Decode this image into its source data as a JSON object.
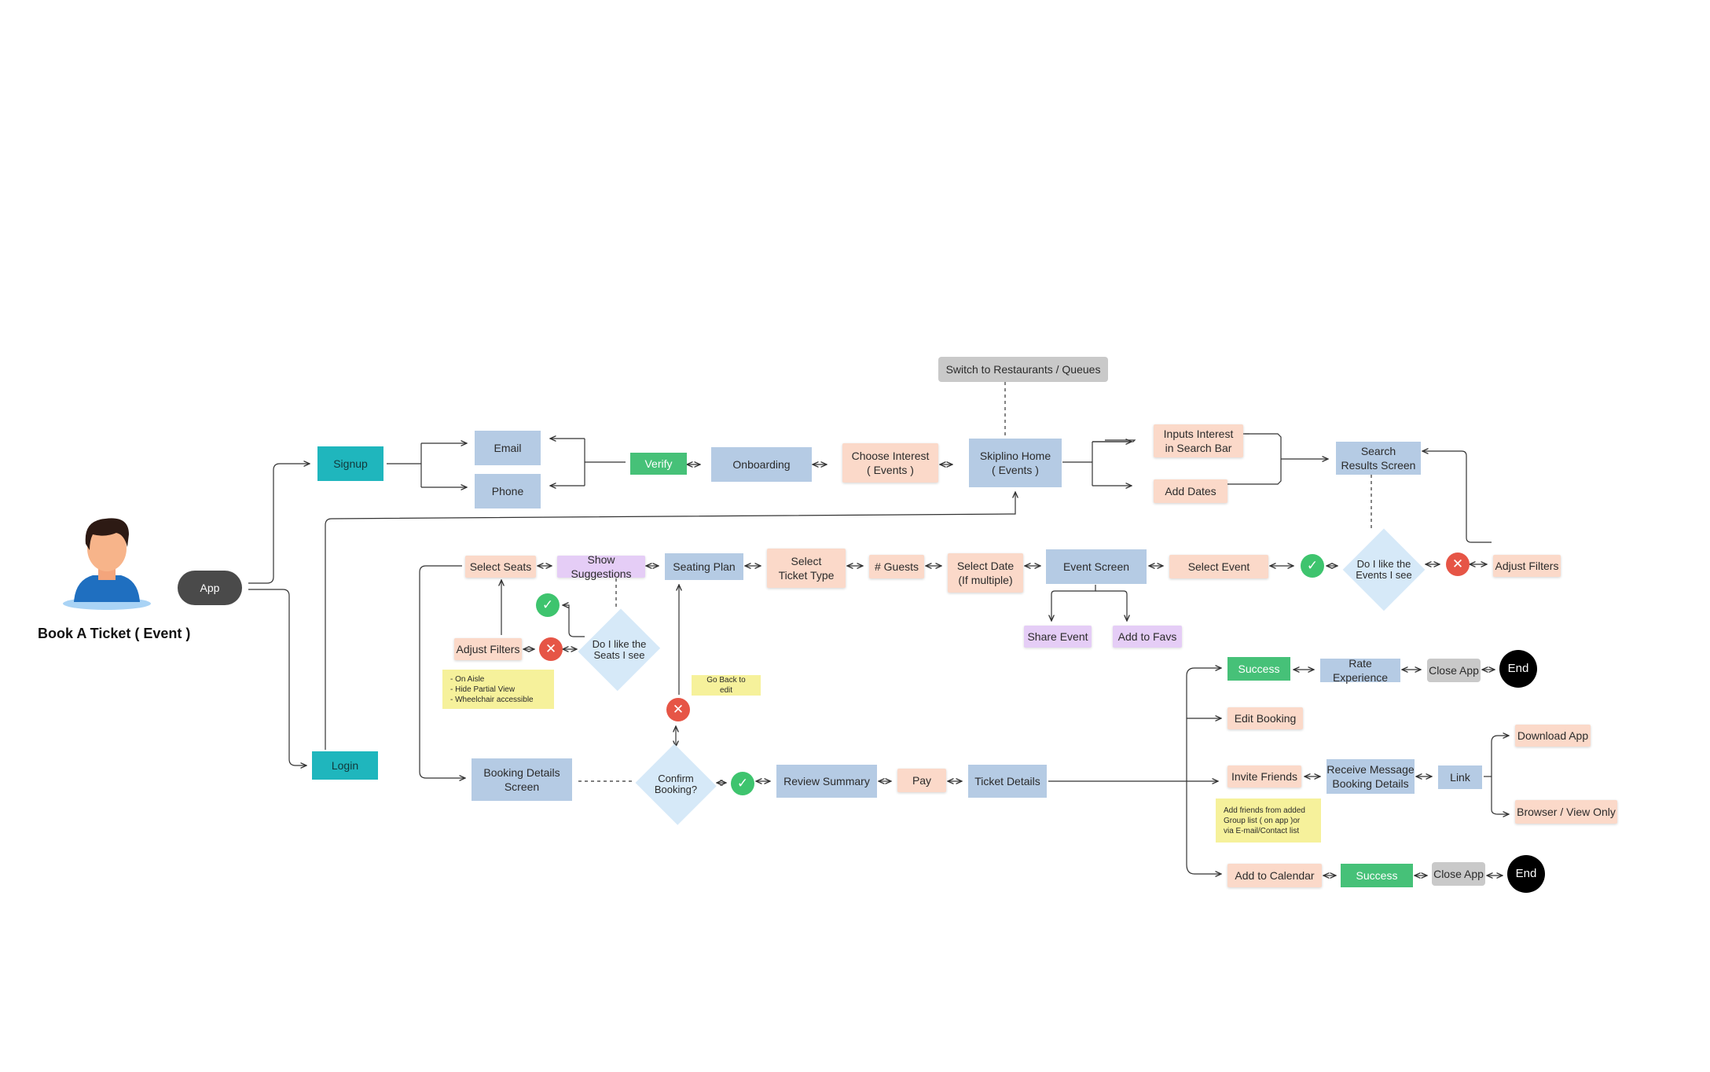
{
  "title": "Book A Ticket ( Event )",
  "colors": {
    "screen": "#b5cbe4",
    "action": "#fbd9c9",
    "entry": "#1fb6bd",
    "success": "#46c178",
    "neutral": "#c9c9c9",
    "option": "#e5cdf6",
    "note": "#f6f19b",
    "decision": "#d6e9f8",
    "yes": "#3ec46e",
    "no": "#e65546"
  },
  "icons": {
    "user": "user-avatar-icon",
    "yes": "check-icon",
    "no": "close-icon"
  },
  "nodes": {
    "app": "App",
    "signup": "Signup",
    "login": "Login",
    "email": "Email",
    "phone": "Phone",
    "verify": "Verify",
    "onboarding": "Onboarding",
    "choose_interest": "Choose Interest\n( Events )",
    "skiplino_home": "Skiplino Home\n( Events )",
    "switch": "Switch to Restaurants / Queues",
    "inputs_interest": "Inputs Interest\nin Search Bar",
    "add_dates": "Add Dates",
    "search_results": "Search\nResults  Screen",
    "like_events": "Do I like the\nEvents I see",
    "adjust_filters_events": "Adjust Filters",
    "select_event": "Select Event",
    "event_screen": "Event Screen",
    "share_event": "Share Event",
    "add_favs": "Add to Favs",
    "select_date": "Select Date\n(If multiple)",
    "guests": "# Guests",
    "select_ticket_type": "Select\nTicket Type",
    "seating_plan": "Seating Plan",
    "show_suggestions": "Show Suggestions",
    "select_seats": "Select Seats",
    "like_seats": "Do I like the\nSeats I see",
    "adjust_filters_seats": "Adjust Filters",
    "filter_note": "- On Aisle\n- Hide Partial View\n- Wheelchair accessible",
    "booking_details": "Booking Details\nScreen",
    "confirm_booking": "Confirm\nBooking?",
    "go_back_note": "Go Back to edit",
    "review_summary": "Review Summary",
    "pay": "Pay",
    "ticket_details": "Ticket Details",
    "success_1": "Success",
    "rate_experience": "Rate Experience",
    "close_app_1": "Close App",
    "end_1": "End",
    "edit_booking": "Edit Booking",
    "invite_friends": "Invite Friends",
    "invite_note": "Add friends from added\nGroup list ( on app )or\nvia E-mail/Contact list",
    "receive_message": "Receive Message\nBooking Details",
    "link": "Link",
    "download_app": "Download App",
    "browser_view": "Browser / View Only",
    "add_calendar": "Add to Calendar",
    "success_2": "Success",
    "close_app_2": "Close App",
    "end_2": "End"
  }
}
